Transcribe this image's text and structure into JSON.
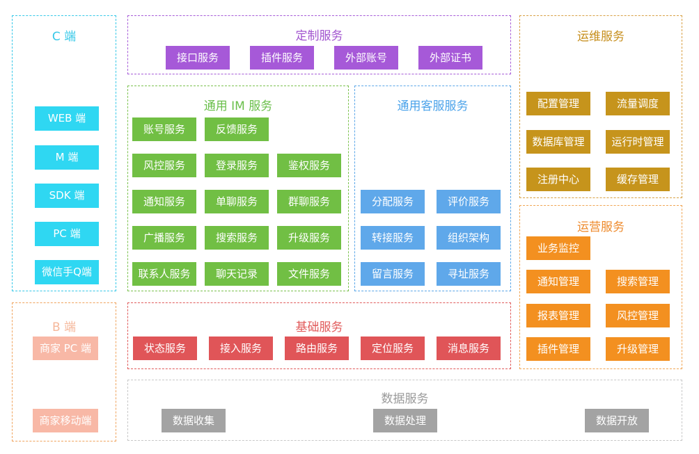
{
  "client": {
    "title": "C 端",
    "items": [
      "WEB 端",
      "M 端",
      "SDK 端",
      "PC 端",
      "微信手Q端"
    ]
  },
  "business": {
    "title": "B 端",
    "items": [
      "商家 PC 端",
      "商家移动端"
    ]
  },
  "custom": {
    "title": "定制服务",
    "items": [
      "接口服务",
      "插件服务",
      "外部账号",
      "外部证书"
    ]
  },
  "im": {
    "title": "通用 IM 服务",
    "items": [
      "账号服务",
      "反馈服务",
      "风控服务",
      "登录服务",
      "鉴权服务",
      "通知服务",
      "单聊服务",
      "群聊服务",
      "广播服务",
      "搜索服务",
      "升级服务",
      "联系人服务",
      "聊天记录",
      "文件服务"
    ]
  },
  "cs": {
    "title": "通用客服服务",
    "items": [
      "分配服务",
      "评价服务",
      "转接服务",
      "组织架构",
      "留言服务",
      "寻址服务"
    ]
  },
  "base": {
    "title": "基础服务",
    "items": [
      "状态服务",
      "接入服务",
      "路由服务",
      "定位服务",
      "消息服务"
    ]
  },
  "data": {
    "title": "数据服务",
    "items": [
      "数据收集",
      "数据处理",
      "数据开放"
    ]
  },
  "ops": {
    "title": "运维服务",
    "items": [
      "配置管理",
      "流量调度",
      "数据库管理",
      "运行时管理",
      "注册中心",
      "缓存管理"
    ]
  },
  "operations": {
    "title": "运营服务",
    "items": [
      "业务监控",
      "通知管理",
      "搜索管理",
      "报表管理",
      "风控管理",
      "插件管理",
      "升级管理"
    ]
  }
}
